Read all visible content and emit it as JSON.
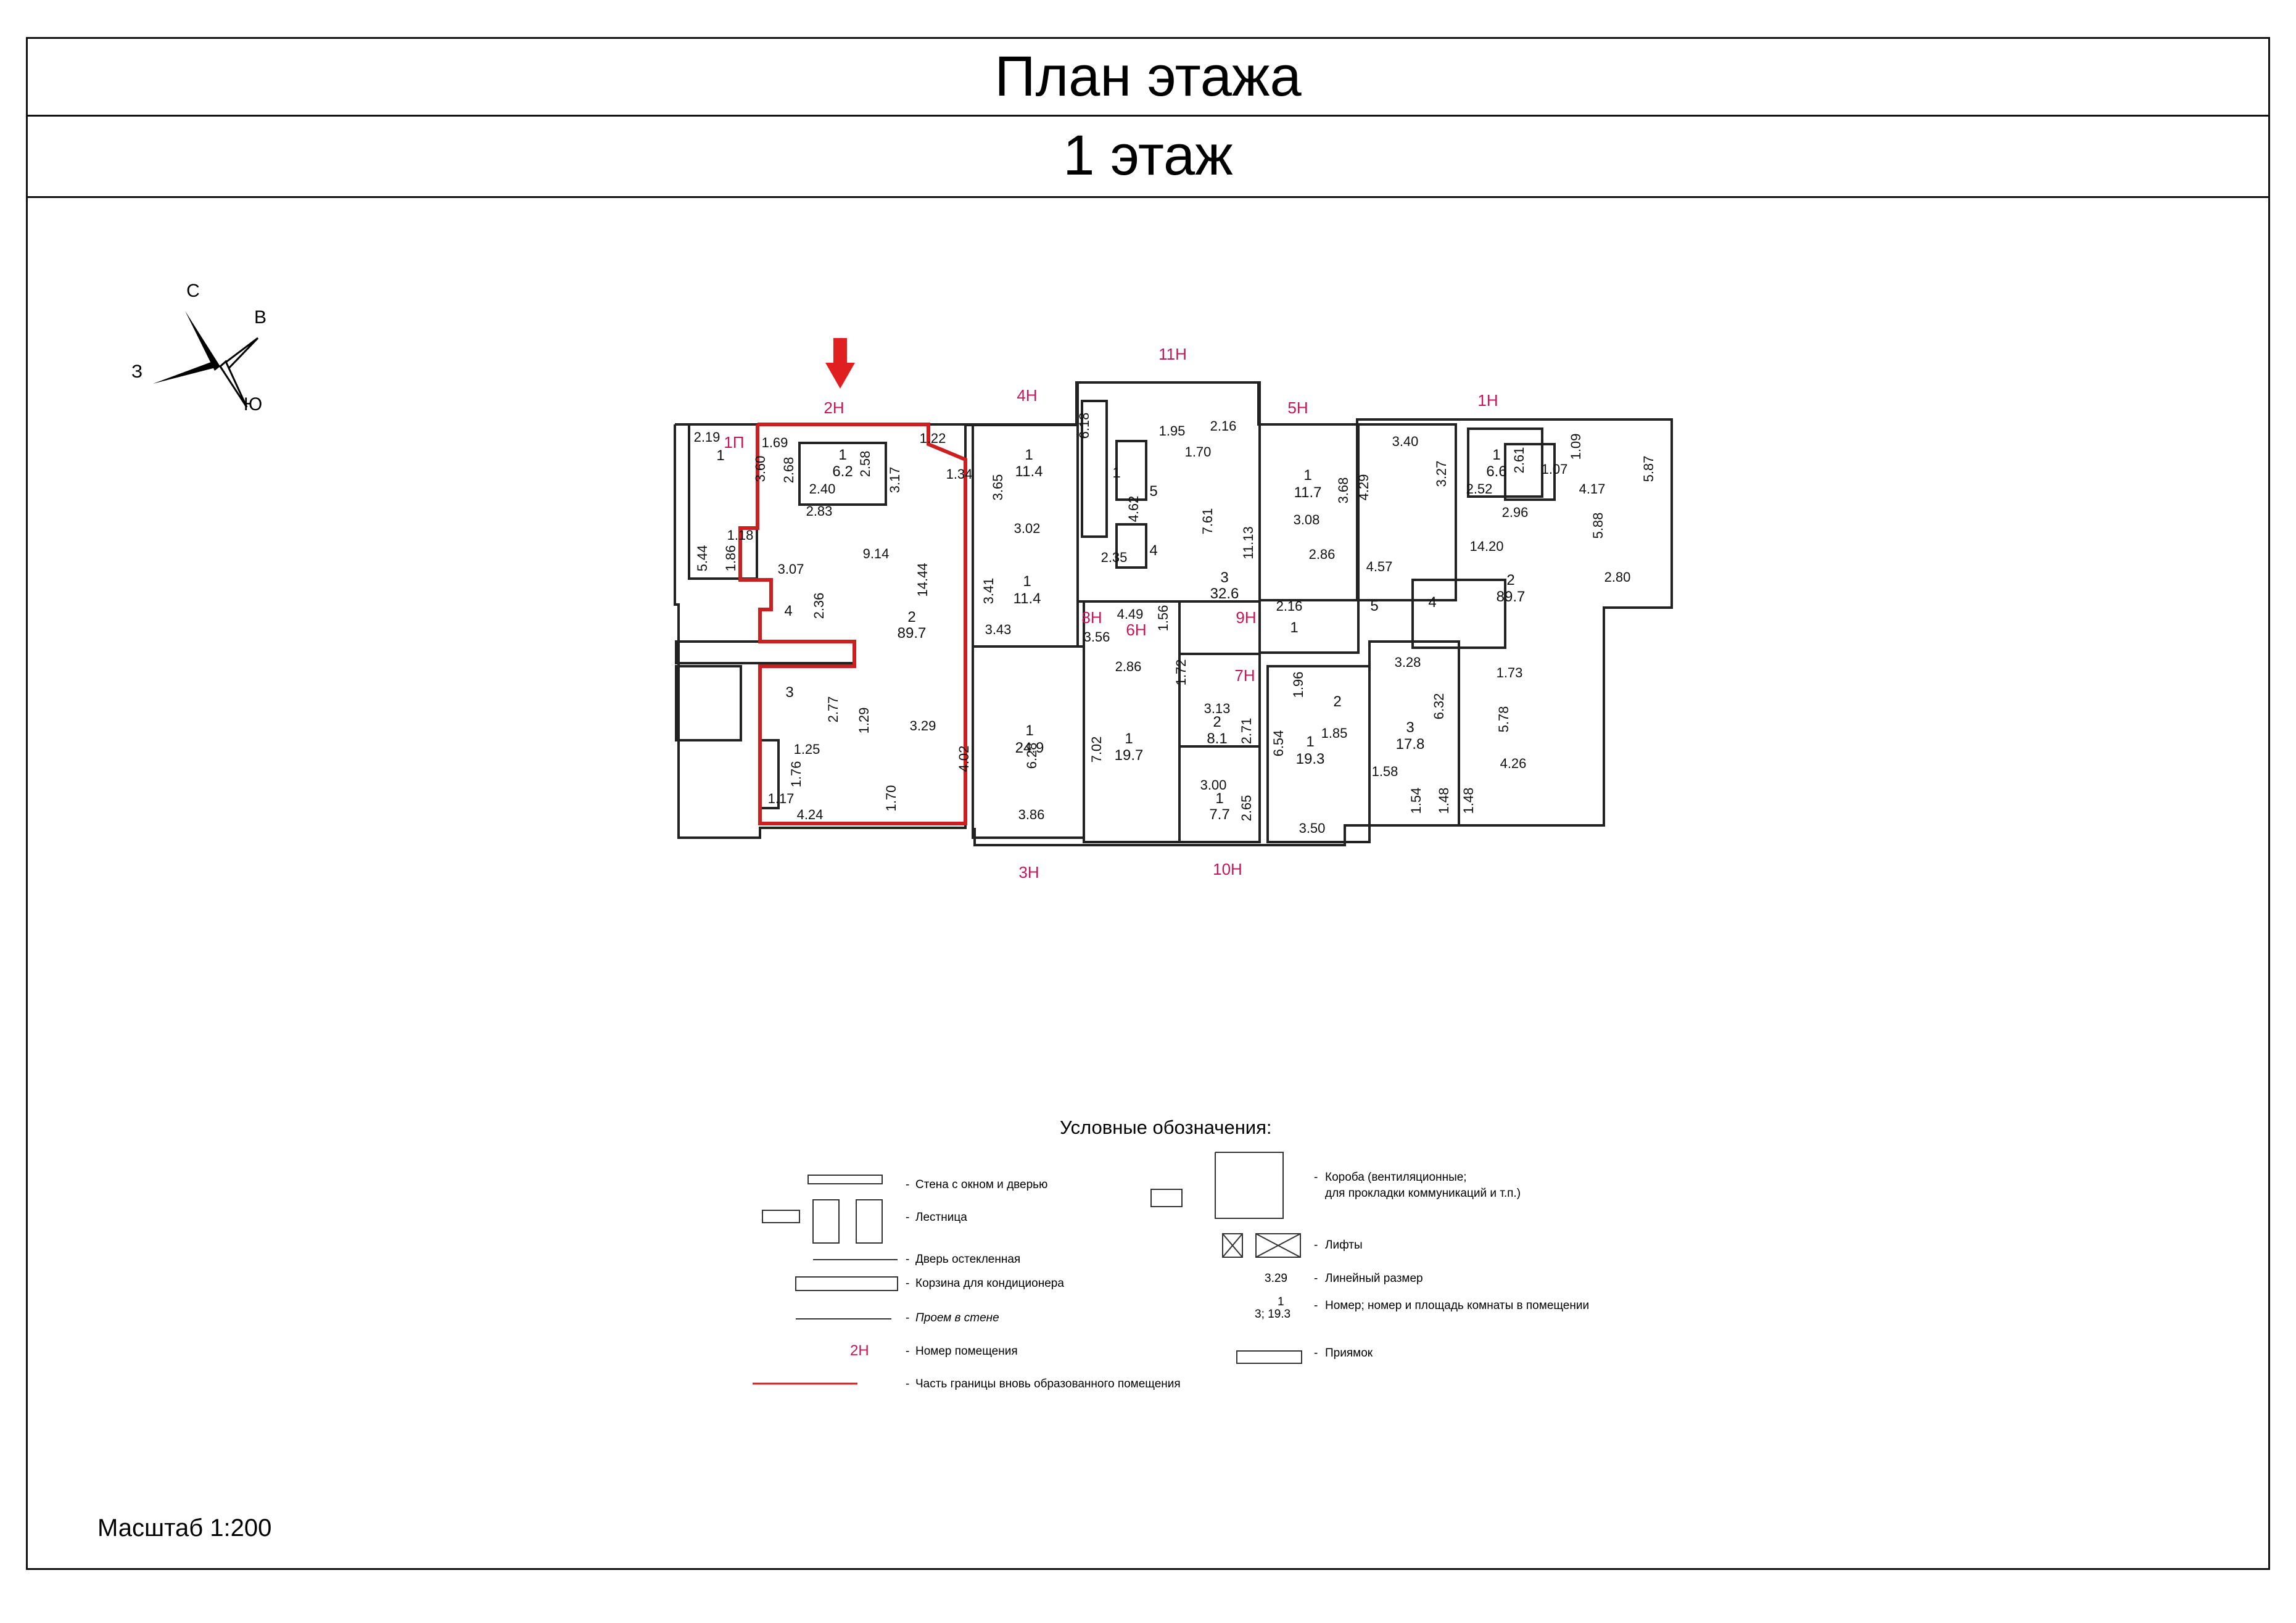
{
  "title": "План этажа",
  "floor": "1 этаж",
  "scale": "Масштаб 1:200",
  "compass": {
    "north": "С",
    "east": "В",
    "south": "Ю",
    "west": "З"
  },
  "colors": {
    "highlight": "#cc1f1f",
    "label_red": "#c2185b",
    "line": "#333333"
  },
  "premises": {
    "p2H": "2Н",
    "p4H": "4Н",
    "p11H": "11Н",
    "p5H": "5Н",
    "p1H": "1Н",
    "p1P": "1П",
    "p8H": "8Н",
    "p6H": "6Н",
    "p9H": "9Н",
    "p7H": "7Н",
    "p3H": "3Н",
    "p10H": "10Н"
  },
  "rooms": {
    "r2H_1": {
      "num": "1",
      "area": "6.2"
    },
    "r2H_2": {
      "num": "2",
      "area": "89.7"
    },
    "r2H_3": "3",
    "r2H_4": "4",
    "r4H_1a": {
      "num": "1",
      "area": "11.4"
    },
    "r4H_1b": {
      "num": "1",
      "area": "11.4"
    },
    "r11H_1": "1",
    "r11H_3": {
      "num": "3",
      "area": "32.6"
    },
    "r11H_4": "4",
    "r11H_5": "5",
    "r5H_1": {
      "num": "1",
      "area": "11.7"
    },
    "r1H_1": {
      "num": "1",
      "area": "6.6"
    },
    "r1H_2": {
      "num": "2",
      "area": "89.7"
    },
    "r1H_4": "4",
    "r1H_5": "5",
    "r9H_1": "1",
    "r3H_1": {
      "num": "1",
      "area": "24.9"
    },
    "r6H_1": {
      "num": "1",
      "area": "19.7"
    },
    "r10H_2": {
      "num": "2",
      "area": "8.1"
    },
    "r10H_1": {
      "num": "1",
      "area": "7.7"
    },
    "r7H_1": {
      "num": "1",
      "area": "19.3"
    },
    "r7H_2": "2",
    "r1H_3": {
      "num": "3",
      "area": "17.8"
    },
    "r1P_1": "1"
  },
  "dims": {
    "d1": "2.19",
    "d2": "1.69",
    "d3": "3.60",
    "d4": "2.68",
    "d5": "2.58",
    "d6": "2.40",
    "d7": "2.83",
    "d8": "3.17",
    "d9": "1.22",
    "d10": "1.34",
    "d11": "9.14",
    "d12": "14.44",
    "d13": "5.44",
    "d14": "1.18",
    "d15": "1.86",
    "d16": "3.07",
    "d17": "2.36",
    "d18": "2.77",
    "d19": "1.29",
    "d20": "3.29",
    "d21": "4.02",
    "d22": "1.25",
    "d23": "1.76",
    "d24": "1.17",
    "d25": "4.24",
    "d26": "1.70",
    "d27": "3.65",
    "d28": "3.02",
    "d29": "3.41",
    "d30": "3.43",
    "d31": "6.18",
    "d32": "1.95",
    "d33": "2.16",
    "d34": "4.62",
    "d35": "7.61",
    "d36": "2.35",
    "d37": "11.13",
    "d38": "4.49",
    "d39": "3.56",
    "d40": "1.56",
    "d41": "2.86",
    "d42": "1.72",
    "d43": "3.68",
    "d44": "3.08",
    "d45": "2.86",
    "d46": "3.40",
    "d47": "4.29",
    "d48": "3.27",
    "d49": "2.52",
    "d50": "2.61",
    "d51": "1.09",
    "d52": "1.07",
    "d53": "2.96",
    "d54": "4.17",
    "d55": "5.87",
    "d56": "5.88",
    "d57": "14.20",
    "d58": "4.57",
    "d59": "2.80",
    "d60": "3.28",
    "d61": "1.73",
    "d62": "6.32",
    "d63": "5.78",
    "d64": "4.26",
    "d65": "1.58",
    "d66": "1.54",
    "d67": "1.48",
    "d68": "1.48",
    "d69": "3.50",
    "d70": "1.96",
    "d71": "1.85",
    "d72": "6.54",
    "d73": "3.13",
    "d74": "2.71",
    "d75": "3.00",
    "d76": "2.65",
    "d77": "7.02",
    "d78": "6.28",
    "d79": "3.86",
    "d80": "1.70",
    "d81": "2.16"
  },
  "legend": {
    "heading": "Условные обозначения:",
    "items": [
      "Стена с окном и дверью",
      "Лестница",
      "Дверь остекленная",
      "Корзина для кондиционера",
      "Проем в стене",
      "Номер помещения",
      "Часть границы вновь образованного помещения",
      "Короба  (вентиляционные;",
      "для прокладки коммуникаций и т.п.)",
      "Лифты",
      "Линейный размер",
      "Номер; номер и площадь комнаты в помещении",
      "Приямок"
    ],
    "sample_premise": "2Н",
    "sample_dim": "3.29",
    "sample_room_num": "1",
    "sample_room_area": "3; 19.3",
    "dash": "-"
  }
}
